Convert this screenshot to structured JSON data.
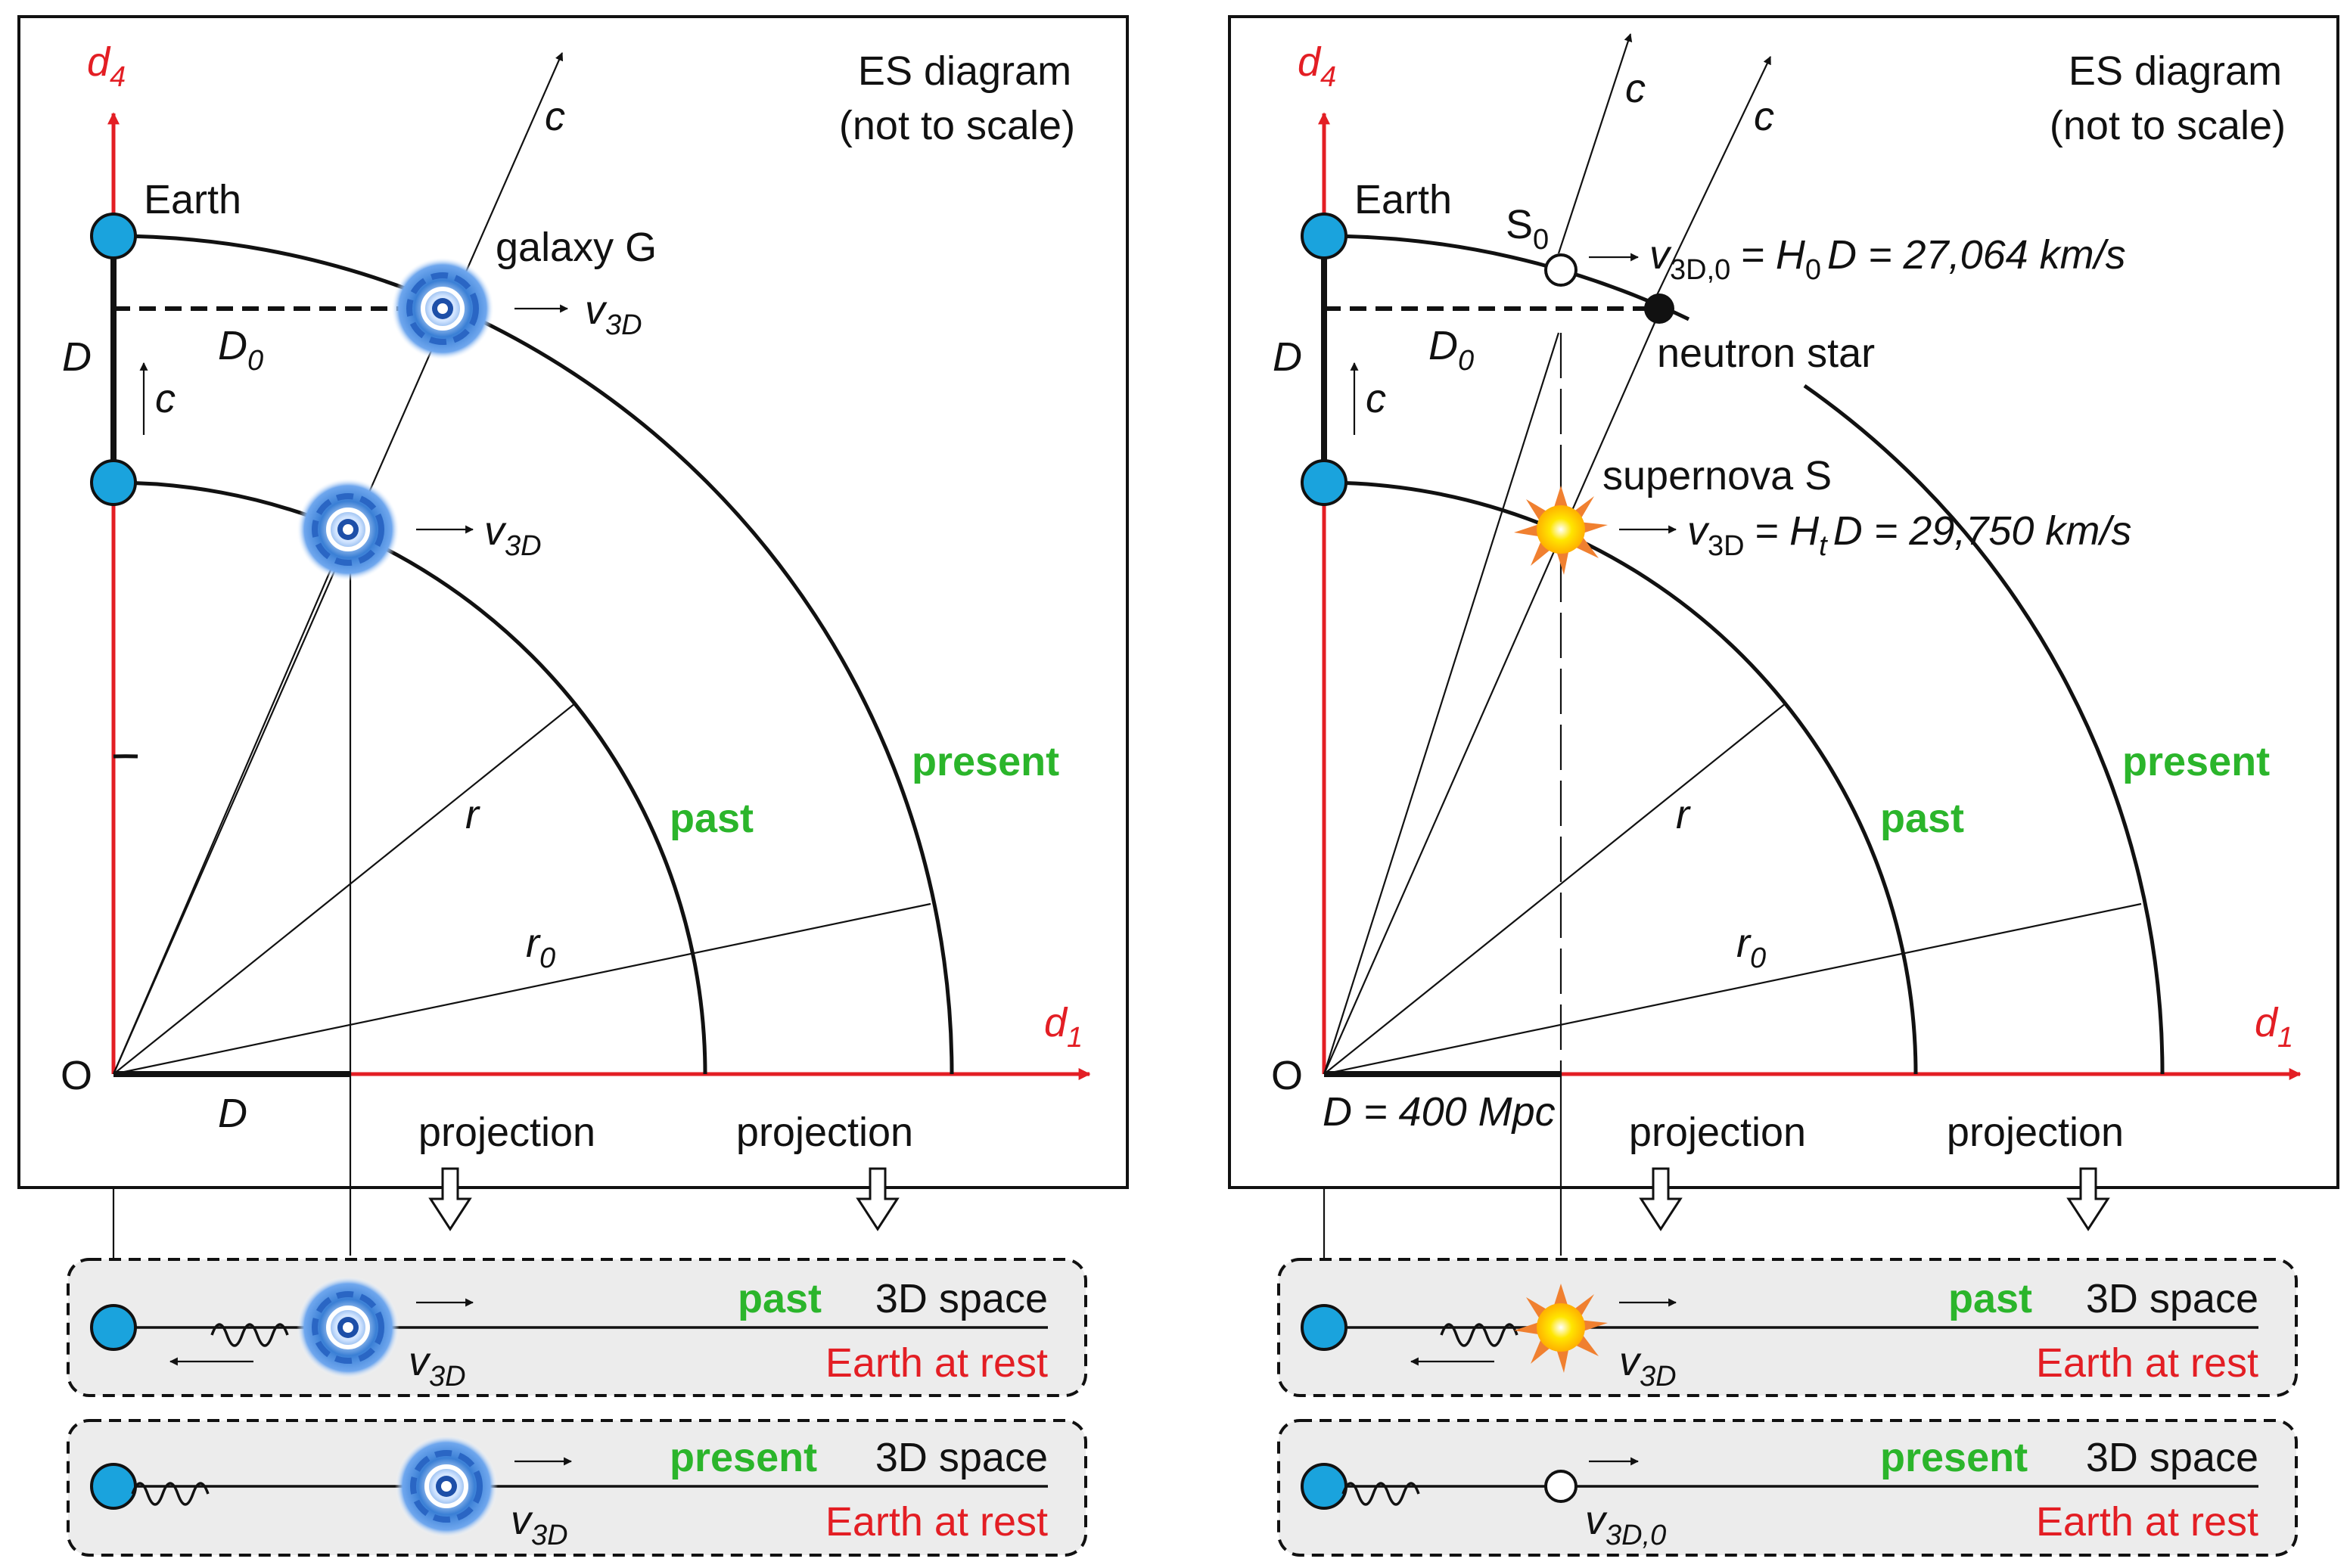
{
  "colors": {
    "axis": "#e31e24",
    "green": "#2bb52b",
    "earth": "#1aa3dd",
    "panel": "#ececec",
    "galaxy": "#3a7fd5",
    "supernova": "#ffe600"
  },
  "left": {
    "title_line1": "ES diagram",
    "title_line2": "(not to scale)",
    "axis_d": "d",
    "axis_d4_sub": "4",
    "axis_d1_sub": "1",
    "origin": "O",
    "earth": "Earth",
    "galaxy": "galaxy G",
    "c": "c",
    "D": "D",
    "D0_main": "D",
    "D0_sub": "0",
    "r": "r",
    "r0_main": "r",
    "r0_sub": "0",
    "past": "past",
    "present": "present",
    "v_main": "v",
    "v_sub": "3D",
    "projection": "projection",
    "panel_past": {
      "tag": "past",
      "space": "3D space",
      "rest": "Earth at rest"
    },
    "panel_present": {
      "tag": "present",
      "space": "3D space",
      "rest": "Earth at rest"
    }
  },
  "right": {
    "title_line1": "ES diagram",
    "title_line2": "(not to scale)",
    "axis_d": "d",
    "axis_d4_sub": "4",
    "axis_d1_sub": "1",
    "origin": "O",
    "earth": "Earth",
    "S0_main": "S",
    "S0_sub": "0",
    "c": "c",
    "eq0_v": "v",
    "eq0_vsub": "3D,0",
    "eq0_mid": "=",
    "eq0_H": "H",
    "eq0_Hsub": "0",
    "eq0_tail": "D = 27,064 km/s",
    "neutron_star": "neutron star",
    "supernova": "supernova S",
    "eq_v": "v",
    "eq_vsub": "3D",
    "eq_mid": "=",
    "eq_H": "H",
    "eq_Hsub": "t",
    "eq_tail": "D = 29,750 km/s",
    "D": "D",
    "D0_main": "D",
    "D0_sub": "0",
    "r": "r",
    "r0_main": "r",
    "r0_sub": "0",
    "past": "past",
    "present": "present",
    "D_eq": "D = 400 Mpc",
    "projection": "projection",
    "v_main": "v",
    "v_sub": "3D",
    "v0_sub": "3D,0",
    "panel_past": {
      "tag": "past",
      "space": "3D space",
      "rest": "Earth at rest"
    },
    "panel_present": {
      "tag": "present",
      "space": "3D space",
      "rest": "Earth at rest"
    }
  }
}
